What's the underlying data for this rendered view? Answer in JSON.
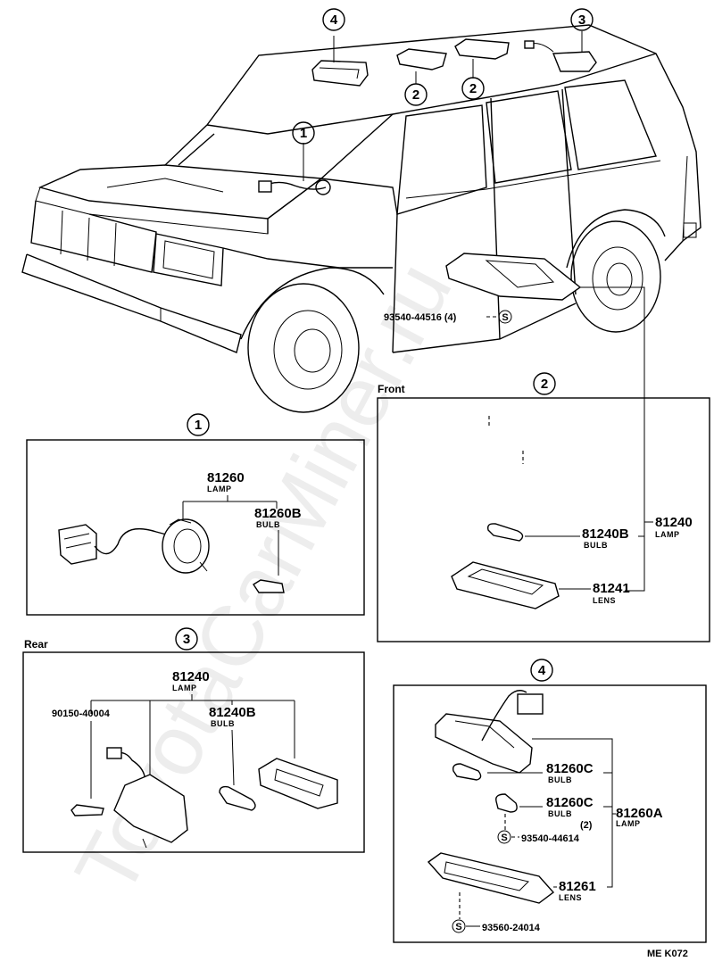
{
  "watermark": "ToyotaCarMiner.ru",
  "figure_code": "ME  K072",
  "callouts": {
    "c1": "1",
    "c2": "2",
    "c3": "3",
    "c4": "4"
  },
  "panel1": {
    "callout": "1",
    "lamp_no": "81260",
    "lamp_desc": "LAMP",
    "bulb_no": "81260B",
    "bulb_desc": "BULB"
  },
  "panel2": {
    "title": "Front",
    "callout": "2",
    "screw": "93540-44516 (4)",
    "screw_mark": "S",
    "bulb_no": "81240B",
    "bulb_desc": "BULB",
    "lamp_no": "81240",
    "lamp_desc": "LAMP",
    "lens_no": "81241",
    "lens_desc": "LENS"
  },
  "panel3": {
    "title": "Rear",
    "callout": "3",
    "lamp_no": "81240",
    "lamp_desc": "LAMP",
    "screw": "90150-40004",
    "bulb_no": "81240B",
    "bulb_desc": "BULB"
  },
  "panel4": {
    "callout": "4",
    "bulb1_no": "81260C",
    "bulb1_desc": "BULB",
    "bulb2_no": "81260C",
    "bulb2_desc": "BULB",
    "qty": "(2)",
    "screw1_mark": "S",
    "screw1": "93540-44614",
    "lamp_no": "81260A",
    "lamp_desc": "LAMP",
    "lens_no": "81261",
    "lens_desc": "LENS",
    "screw2_mark": "S",
    "screw2": "93560-24014"
  }
}
